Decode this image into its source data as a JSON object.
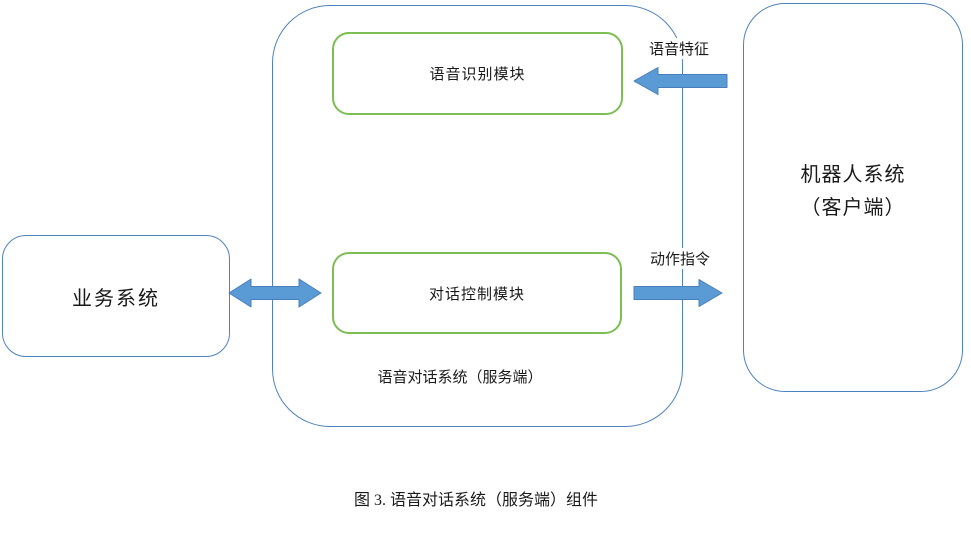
{
  "diagram": {
    "left_box": {
      "label": "业务系统"
    },
    "server_container": {
      "label": "语音对话系统（服务端）"
    },
    "module_asr": {
      "label": "语音识别模块"
    },
    "module_dialog": {
      "label": "对话控制模块"
    },
    "client_box": {
      "line1": "机器人系统",
      "line2": "（客户端）"
    },
    "arrows": {
      "speech_feature_label": "语音特征",
      "action_command_label": "动作指令",
      "bidirectional": "business-system <-> server",
      "speech_feature_direction": "client -> speech-recognition-module",
      "action_command_direction": "dialog-control-module -> client"
    },
    "caption": "图 3. 语音对话系统（服务端）组件",
    "colors": {
      "box_border_blue": "#4e81bd",
      "module_border_green": "#7cbe53",
      "arrow_fill": "#5b9bd5",
      "arrow_stroke": "#4a7ebb",
      "text": "#1a1a1a",
      "background": "#ffffff"
    }
  }
}
